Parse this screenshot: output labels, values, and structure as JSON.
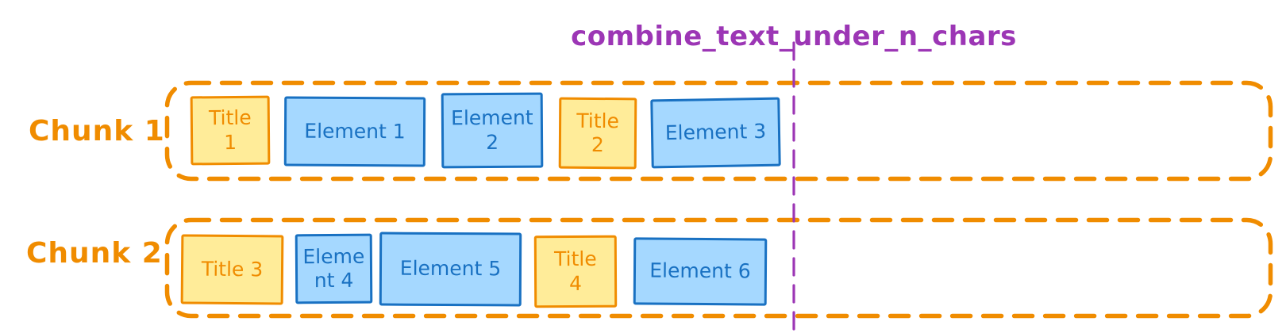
{
  "diagram": {
    "threshold_label": "combine_text_under_n_chars"
  },
  "colors": {
    "orange": "#f08c00",
    "yellow-fill": "#ffec99",
    "blue": "#1971c2",
    "blue-fill": "#a5d8ff",
    "purple": "#9c36b5"
  },
  "chunks": [
    {
      "label": "Chunk 1",
      "boxes": [
        {
          "type": "title",
          "text": "Title\n1"
        },
        {
          "type": "element",
          "text": "Element 1"
        },
        {
          "type": "element",
          "text": "Element\n2"
        },
        {
          "type": "title",
          "text": "Title\n2"
        },
        {
          "type": "element",
          "text": "Element 3"
        }
      ]
    },
    {
      "label": "Chunk 2",
      "boxes": [
        {
          "type": "title",
          "text": "Title 3"
        },
        {
          "type": "element",
          "text": "Eleme\nnt 4"
        },
        {
          "type": "element",
          "text": "Element 5"
        },
        {
          "type": "title",
          "text": "Title\n4"
        },
        {
          "type": "element",
          "text": "Element 6"
        }
      ]
    }
  ]
}
